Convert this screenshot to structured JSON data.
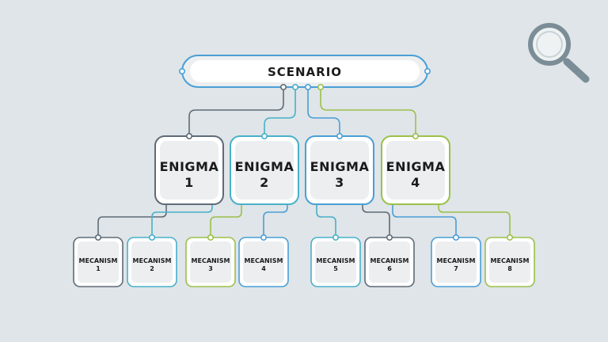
{
  "colors": {
    "background": "#dfe5e8",
    "slate": "#5f6b78",
    "teal": "#49b0c9",
    "blue": "#4a9fd6",
    "green": "#9bc04b",
    "icon": "#7b8d96"
  },
  "icons": {
    "search": "magnifier-icon"
  },
  "scenario": {
    "label": "SCENARIO"
  },
  "enigmas": [
    {
      "title": "ENIGMA",
      "number": "1",
      "color": "slate"
    },
    {
      "title": "ENIGMA",
      "number": "2",
      "color": "teal"
    },
    {
      "title": "ENIGMA",
      "number": "3",
      "color": "blue"
    },
    {
      "title": "ENIGMA",
      "number": "4",
      "color": "green"
    }
  ],
  "mecanisms": [
    {
      "title": "MECANISM",
      "number": "1",
      "color": "slate",
      "parent": 1
    },
    {
      "title": "MECANISM",
      "number": "2",
      "color": "teal",
      "parent": 1
    },
    {
      "title": "MECANISM",
      "number": "3",
      "color": "green",
      "parent": 2
    },
    {
      "title": "MECANISM",
      "number": "4",
      "color": "blue",
      "parent": 2
    },
    {
      "title": "MECANISM",
      "number": "5",
      "color": "teal",
      "parent": 3
    },
    {
      "title": "MECANISM",
      "number": "6",
      "color": "slate",
      "parent": 3
    },
    {
      "title": "MECANISM",
      "number": "7",
      "color": "blue",
      "parent": 4
    },
    {
      "title": "MECANISM",
      "number": "8",
      "color": "green",
      "parent": 4
    }
  ]
}
